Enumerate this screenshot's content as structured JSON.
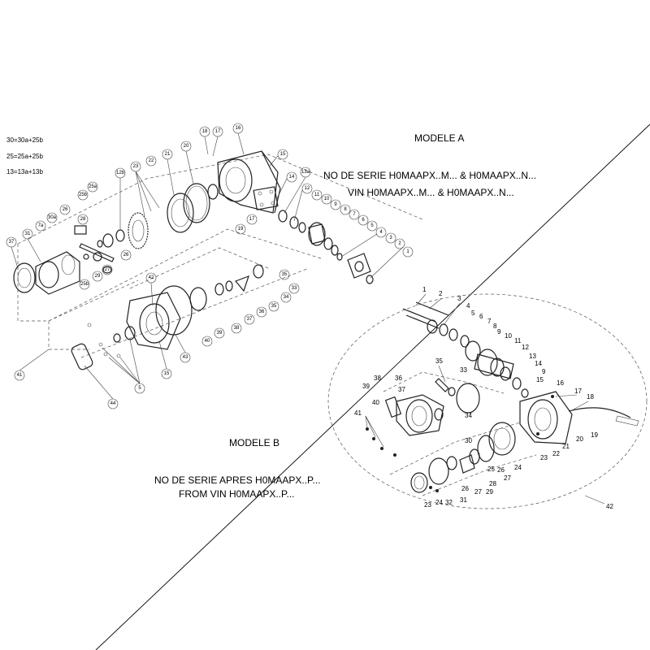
{
  "modele_a": {
    "title": "MODELE A",
    "serial_line_1": "NO DE SERIE H0MAAPX..M... & H0MAAPX..N...",
    "serial_line_2": "VIN H0MAAPX..M... & H0MAAPX..N...",
    "formulas": [
      "30=30a+25b",
      "25=25a+25b",
      "13=13a+13b"
    ],
    "callouts": [
      "18",
      "17",
      "16",
      "15",
      "14",
      "13a",
      "12",
      "11",
      "10",
      "9",
      "8",
      "7",
      "6",
      "5",
      "4",
      "3",
      "2",
      "1",
      "17",
      "19",
      "20",
      "21",
      "22",
      "23",
      "12b",
      "25a",
      "25b",
      "7a",
      "30a",
      "26",
      "37",
      "31",
      "28",
      "29",
      "27",
      "26",
      "25b",
      "42",
      "35",
      "33",
      "34",
      "35",
      "36",
      "37",
      "38",
      "39",
      "40",
      "43",
      "41",
      "15",
      "5",
      "44"
    ]
  },
  "modele_b": {
    "title": "MODELE B",
    "serial_line_1": "NO DE SERIE APRES H0MAAPX..P...",
    "serial_line_2": "FROM VIN H0MAAPX..P...",
    "labels": [
      "1",
      "2",
      "3",
      "4",
      "5",
      "6",
      "7",
      "8",
      "9",
      "10",
      "11",
      "12",
      "13",
      "14",
      "9",
      "15",
      "16",
      "17",
      "18",
      "19",
      "20",
      "21",
      "22",
      "23",
      "24",
      "25",
      "26",
      "27",
      "35",
      "33",
      "36",
      "37",
      "34",
      "38",
      "39",
      "40",
      "41",
      "30",
      "32",
      "24",
      "23",
      "31",
      "26",
      "27",
      "28",
      "29",
      "42"
    ]
  }
}
